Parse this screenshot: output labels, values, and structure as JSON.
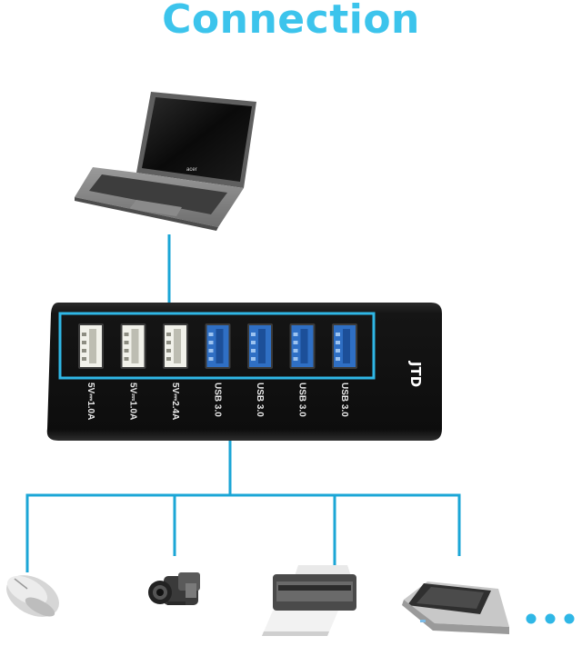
{
  "title": "Connection",
  "hub": {
    "brand": "JTD",
    "ports": [
      {
        "label": "5V⎓1.0A",
        "type": "usb2",
        "color": "#f1f1ea"
      },
      {
        "label": "5V⎓1.0A",
        "type": "usb2",
        "color": "#f1f1ea"
      },
      {
        "label": "5V⎓2.4A",
        "type": "usb2",
        "color": "#f1f1ea"
      },
      {
        "label": "USB 3.0",
        "type": "usb3",
        "color": "#2f6fc4"
      },
      {
        "label": "USB 3.0",
        "type": "usb3",
        "color": "#2f6fc4"
      },
      {
        "label": "USB 3.0",
        "type": "usb3",
        "color": "#2f6fc4"
      },
      {
        "label": "USB 3.0",
        "type": "usb3",
        "color": "#2f6fc4"
      }
    ]
  },
  "laptop": {
    "brand": "acer",
    "icon": "laptop-icon"
  },
  "devices": [
    {
      "icon": "mouse-icon"
    },
    {
      "icon": "camcorder-icon"
    },
    {
      "icon": "printer-icon"
    },
    {
      "icon": "scanner-icon"
    }
  ],
  "more_indicator": "ellipsis-dots",
  "colors": {
    "accent": "#3cc4ec",
    "line": "#1ba6d6",
    "hub_body": "#121212"
  }
}
